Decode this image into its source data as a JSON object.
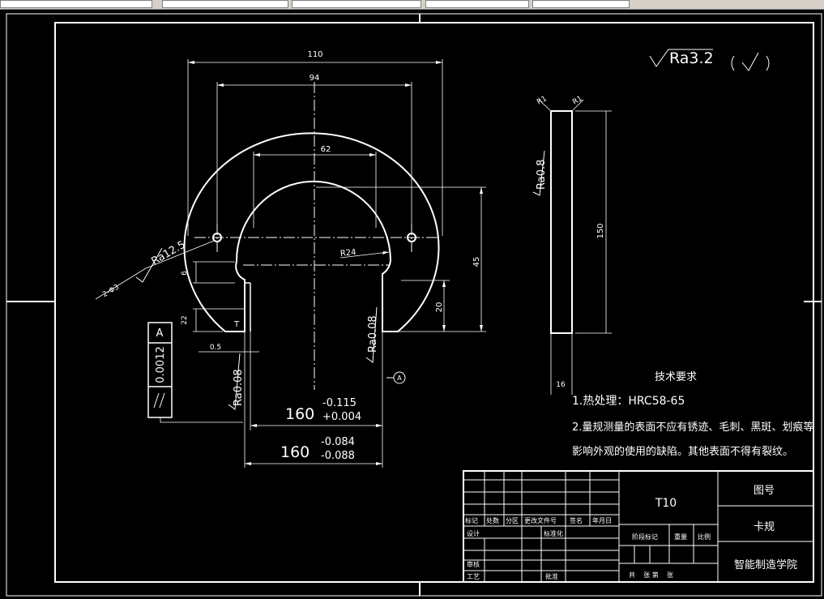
{
  "window": {
    "toolbar_fields": [
      "",
      "",
      "",
      "",
      "",
      "",
      ""
    ]
  },
  "drawing": {
    "dimensions": {
      "d110": "110",
      "d94": "94",
      "d62": "62",
      "r24": "R24",
      "d45": "45",
      "d20": "20",
      "d6": "6",
      "d22": "22",
      "d05": "0.5",
      "holes": "2-Φ3",
      "d150": "150",
      "d16": "16",
      "r1a": "R1",
      "r1b": "R1",
      "t_label": "T",
      "datum": "A"
    },
    "roughness": {
      "general": "Ra3.2",
      "general_note": "( √ )",
      "ra125": "Ra12.5",
      "ra008_right": "Ra0.08",
      "ra008_left": "Ra0.08",
      "ra08": "Ra0.8"
    },
    "tolerances": {
      "go_nominal": "160",
      "go_upper": "-0.115",
      "go_lower": "+0.004",
      "nogo_nominal": "160",
      "nogo_upper": "-0.084",
      "nogo_lower": "-0.088"
    },
    "geo_tolerance": {
      "symbol": "//",
      "value": "0.0012",
      "datum": "A"
    },
    "tech": {
      "heading": "技术要求",
      "line1": "1.热处理：HRC58-65",
      "line2": "2.量规测量的表面不应有锈迹、毛刺、黑斑、划痕等",
      "line3": "影响外观的使用的缺陷。其他表面不得有裂纹。"
    },
    "title_block": {
      "part_code": "T10",
      "drawing_no_label": "图号",
      "part_name": "卡规",
      "company": "智能制造学院",
      "h_mark": "标记",
      "h_count": "处数",
      "h_zone": "分区",
      "h_doc": "更改文件号",
      "h_sign": "签名",
      "h_date": "年月日",
      "r_design": "设计",
      "r_std": "标准化",
      "r_review": "审核",
      "r_process": "工艺",
      "r_approve": "批准",
      "stage": "阶段标记",
      "weight": "重量",
      "scale": "比例",
      "sheets": "共    张 第    张"
    }
  }
}
